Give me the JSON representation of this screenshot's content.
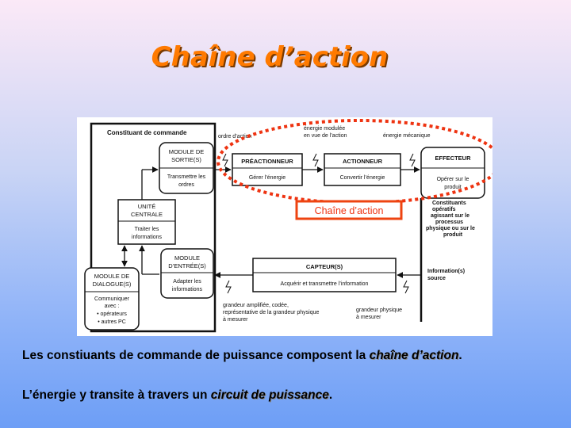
{
  "title": "Chaîne d’action",
  "diagram": {
    "constituant": "Constituant de commande",
    "module_sortie": {
      "title1": "MODULE DE",
      "title2": "SORTIE(S)",
      "body1": "Transmettre les",
      "body2": "ordres"
    },
    "unite_centrale": {
      "title1": "UNITÉ",
      "title2": "CENTRALE",
      "body1": "Traiter les",
      "body2": "informations"
    },
    "module_entree": {
      "title1": "MODULE",
      "title2": "D’ENTRÉE(S)",
      "body1": "Adapter les",
      "body2": "informations"
    },
    "module_dialogue": {
      "title1": "MODULE DE",
      "title2": "DIALOGUE(S)",
      "body1": "Communiquer",
      "body2": "avec :",
      "body3": "• opérateurs",
      "body4": "• autres PC"
    },
    "preactionneur": {
      "title": "PRÉACTIONNEUR",
      "body": "Gérer l’énergie"
    },
    "actionneur": {
      "title": "ACTIONNEUR",
      "body": "Convertir l’énergie"
    },
    "effecteur": {
      "title": "EFFECTEUR",
      "body1": "Opérer sur le",
      "body2": "produit"
    },
    "capteur": {
      "title": "CAPTEUR(S)",
      "body": "Acquérir et transmettre l’information"
    },
    "label_ordre": "ordre d’action",
    "label_energie_modulee1": "énergie modulée",
    "label_energie_modulee2": "en vue de l’action",
    "label_energie_mecanique": "énergie mécanique",
    "chain_label": "Chaîne d’action",
    "operatifs1": "Constituants",
    "operatifs2": "opératifs",
    "operatifs3": "agissant sur le",
    "operatifs4": "processus",
    "operatifs5": "physique ou sur le",
    "operatifs6": "produit",
    "info_source1": "Information(s)",
    "info_source2": "source",
    "grandeur_amplifiee1": "grandeur amplifiée, codée,",
    "grandeur_amplifiee2": "représentative de la grandeur physique",
    "grandeur_amplifiee3": "à mesurer",
    "grandeur_physique1": "grandeur physique",
    "grandeur_physique2": "à mesurer",
    "colors": {
      "title": "#ff7a00",
      "dashed_ellipse": "#ee3311",
      "label_box": "#ee4411"
    }
  },
  "caption": {
    "line1_text": "Les constiuants de commande de puissance composent la ",
    "line1_em": "chaîne d’action",
    "line1_end": ".",
    "line2_text": "L’énergie y transite à travers un ",
    "line2_em": "circuit de puissance",
    "line2_end": "."
  }
}
